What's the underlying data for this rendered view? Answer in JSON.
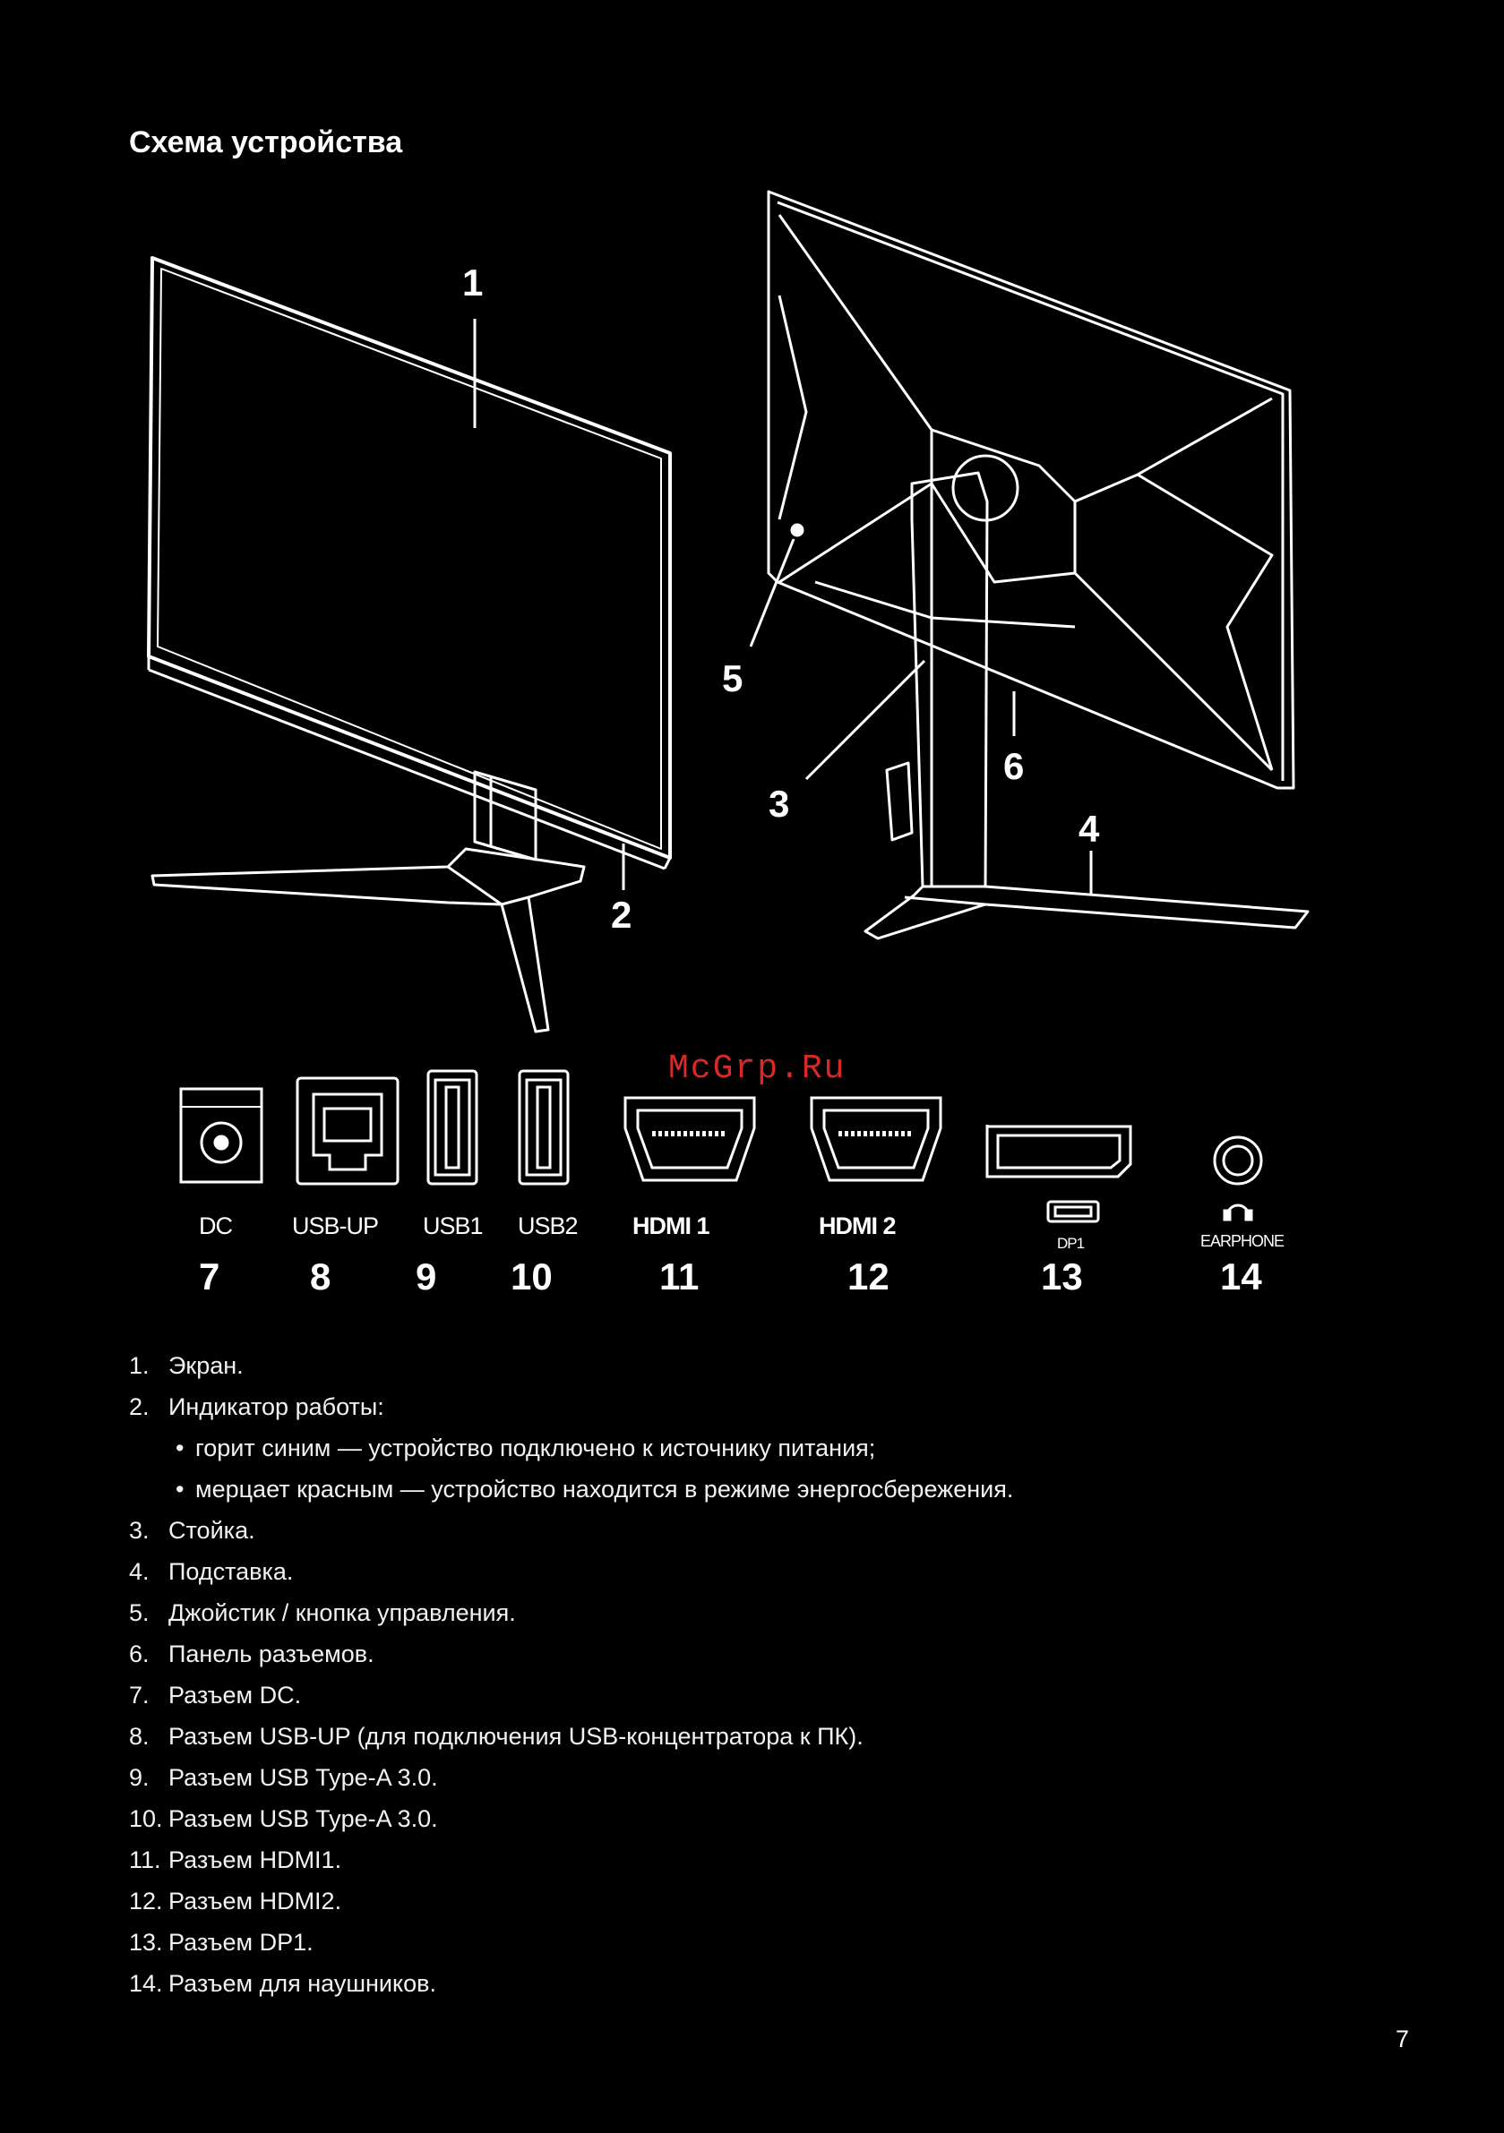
{
  "page": {
    "title": "Схема устройства",
    "page_number": "7",
    "watermark": "McGrp.Ru"
  },
  "callouts": {
    "c1": "1",
    "c2": "2",
    "c3": "3",
    "c4": "4",
    "c5": "5",
    "c6": "6"
  },
  "ports": [
    {
      "number": "7",
      "label": "DC",
      "icon": "dc-jack-icon"
    },
    {
      "number": "8",
      "label": "USB-UP",
      "icon": "usb-b-icon"
    },
    {
      "number": "9",
      "label": "USB1",
      "icon": "usb-a-icon"
    },
    {
      "number": "10",
      "label": "USB2",
      "icon": "usb-a-icon"
    },
    {
      "number": "11",
      "label": "HDMI 1",
      "icon": "hdmi-icon"
    },
    {
      "number": "12",
      "label": "HDMI 2",
      "icon": "hdmi-icon"
    },
    {
      "number": "13",
      "label": "DP1",
      "icon": "displayport-icon"
    },
    {
      "number": "14",
      "label": "EARPHONE",
      "icon": "headphone-jack-icon"
    }
  ],
  "items": [
    {
      "num": "1.",
      "text": "Экран."
    },
    {
      "num": "2.",
      "text": "Индикатор работы:",
      "sub": [
        "горит синим — устройство подключено к источнику питания;",
        "мерцает красным — устройство находится в режиме энергосбережения."
      ]
    },
    {
      "num": "3.",
      "text": "Стойка."
    },
    {
      "num": "4.",
      "text": "Подставка."
    },
    {
      "num": "5.",
      "text": "Джойстик / кнопка управления."
    },
    {
      "num": "6.",
      "text": "Панель разъемов."
    },
    {
      "num": "7.",
      "text": "Разъем DC."
    },
    {
      "num": "8.",
      "text": "Разъем USB-UP (для подключения USB-концентратора к ПК)."
    },
    {
      "num": "9.",
      "text": "Разъем USB Type-A 3.0."
    },
    {
      "num": "10.",
      "text": "Разъем USB Type-A 3.0."
    },
    {
      "num": "11.",
      "text": "Разъем HDMI1."
    },
    {
      "num": "12.",
      "text": "Разъем HDMI2."
    },
    {
      "num": "13.",
      "text": "Разъем DP1."
    },
    {
      "num": "14.",
      "text": "Разъем для наушников."
    }
  ]
}
